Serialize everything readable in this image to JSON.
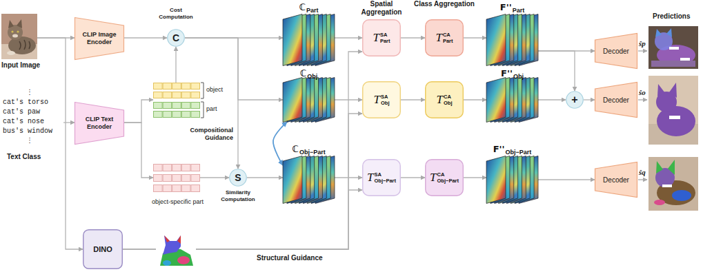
{
  "diagram": {
    "nodes": [
      {
        "text": [
          "Input Image"
        ]
      },
      {
        "text": [
          "⋮",
          "cat's torso",
          "cat's paw",
          "cat's nose",
          "bus's window",
          "⋮",
          "Text Class"
        ]
      },
      {
        "text": [
          "CLIP Image Encoder"
        ]
      },
      {
        "text": [
          "CLIP Text Encoder"
        ]
      },
      {
        "text": [
          "DINO"
        ]
      },
      {
        "text": [
          "C",
          "Cost Computation"
        ]
      },
      {
        "text": [
          "object",
          "part"
        ]
      },
      {
        "text": [
          "object-specific part"
        ]
      },
      {
        "text": [
          "S",
          "Similarity Computation"
        ]
      },
      {
        "text": [
          "ℂ",
          "Part"
        ]
      },
      {
        "text": [
          "ℂ",
          "Obj"
        ]
      },
      {
        "text": [
          "ℂ",
          "Obj−Part"
        ]
      },
      {
        "text": [
          "T",
          "SA",
          "Part"
        ]
      },
      {
        "text": [
          "T",
          "SA",
          "Obj"
        ]
      },
      {
        "text": [
          "T",
          "SA",
          "Obj−Part"
        ]
      },
      {
        "text": [
          "T",
          "CA",
          "Part"
        ]
      },
      {
        "text": [
          "T",
          "CA",
          "Obj"
        ]
      },
      {
        "text": [
          "T",
          "CA",
          "Obj−Part"
        ]
      },
      {
        "text": [
          "F''",
          "Part"
        ]
      },
      {
        "text": [
          "F''",
          "Obj"
        ]
      },
      {
        "text": [
          "F''",
          "Obj−Part"
        ]
      },
      {
        "text": [
          "+"
        ]
      },
      {
        "text": [
          "Decoder"
        ]
      },
      {
        "text": [
          "Decoder"
        ]
      },
      {
        "text": [
          "Decoder"
        ]
      }
    ],
    "edges": [
      {
        "from": 0,
        "to": 2,
        "arrow": "to"
      },
      {
        "from": 0,
        "to": 4,
        "arrow": "to"
      },
      {
        "from": 1,
        "to": 3,
        "arrow": "to"
      },
      {
        "from": 2,
        "to": 5,
        "arrow": "to"
      },
      {
        "from": 3,
        "to": 6,
        "arrow": "to"
      },
      {
        "from": 6,
        "to": 5,
        "arrow": "to"
      },
      {
        "from": 3,
        "to": 7,
        "arrow": "to"
      },
      {
        "from": 7,
        "to": 8,
        "arrow": "to"
      },
      {
        "from": 5,
        "to": 9,
        "arrow": "to"
      },
      {
        "from": 5,
        "to": 10,
        "arrow": "to"
      },
      {
        "from": 5,
        "to": 8,
        "arrow": "to"
      },
      {
        "from": 10,
        "to": 11,
        "label": "Compositional Guidance",
        "arrow": "both"
      },
      {
        "from": 8,
        "to": 11,
        "arrow": "to"
      },
      {
        "from": 9,
        "to": 12,
        "arrow": "to"
      },
      {
        "from": 10,
        "to": 13,
        "arrow": "to"
      },
      {
        "from": 11,
        "to": 14,
        "arrow": "to"
      },
      {
        "from": 4,
        "to": 12,
        "arrow": "to"
      },
      {
        "from": 4,
        "to": 13,
        "arrow": "to"
      },
      {
        "from": 4,
        "to": 14,
        "arrow": "to"
      },
      {
        "from": 12,
        "to": 15,
        "arrow": "to"
      },
      {
        "from": 13,
        "to": 16,
        "arrow": "to"
      },
      {
        "from": 14,
        "to": 17,
        "arrow": "to"
      },
      {
        "from": 15,
        "to": 18,
        "arrow": "to"
      },
      {
        "from": 16,
        "to": 19,
        "arrow": "to"
      },
      {
        "from": 17,
        "to": 20,
        "arrow": "to"
      },
      {
        "from": 18,
        "to": 22,
        "arrow": "to"
      },
      {
        "from": 18,
        "to": 21,
        "arrow": "to"
      },
      {
        "from": 19,
        "to": 21,
        "arrow": "to"
      },
      {
        "from": 21,
        "to": 23,
        "arrow": "to"
      },
      {
        "from": 20,
        "to": 24,
        "arrow": "to"
      }
    ],
    "labels": [
      "Spatial Aggregation",
      "Class Aggregation",
      "Structural Guidance",
      "Predictions",
      "ŝp",
      "ŝo",
      "ŝq"
    ]
  }
}
